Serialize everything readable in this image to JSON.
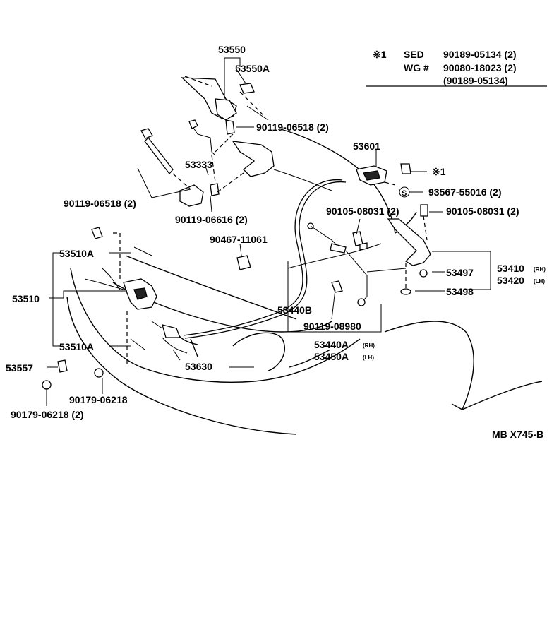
{
  "note": {
    "mark": "※1",
    "sed_label": "SED",
    "sed_part": "90189-05134 (2)",
    "wg_label": "WG #",
    "wg_part": "90080-18023 (2)",
    "wg_alt": "(90189-05134)"
  },
  "labels": {
    "p53550": "53550",
    "p53550A": "53550A",
    "p90119_06518_top": "90119-06518 (2)",
    "p53601": "53601",
    "p53333": "53333",
    "p90119_06518_left": "90119-06518 (2)",
    "p90119_06616": "90119-06616 (2)",
    "p93567_55016": "93567-55016 (2)",
    "p90105_08031_mid": "90105-08031 (2)",
    "p90105_08031_right": "90105-08031 (2)",
    "p90467_11061": "90467-11061",
    "p53510A_top": "53510A",
    "p53510": "53510",
    "p53510A_bottom": "53510A",
    "p53557": "53557",
    "p90179_06218_a": "90179-06218",
    "p90179_06218_b": "90179-06218 (2)",
    "p53630": "53630",
    "p53440B": "53440B",
    "p90119_08980": "90119-08980",
    "p53440A": "53440A",
    "p53440A_side": "(RH)",
    "p53450A": "53450A",
    "p53450A_side": "(LH)",
    "p53497": "53497",
    "p53498": "53498",
    "p53410": "53410",
    "p53410_side": "(RH)",
    "p53420": "53420",
    "p53420_side": "(LH)",
    "star_ref": "※1",
    "s_mark": "S",
    "code": "MB X745-B"
  }
}
